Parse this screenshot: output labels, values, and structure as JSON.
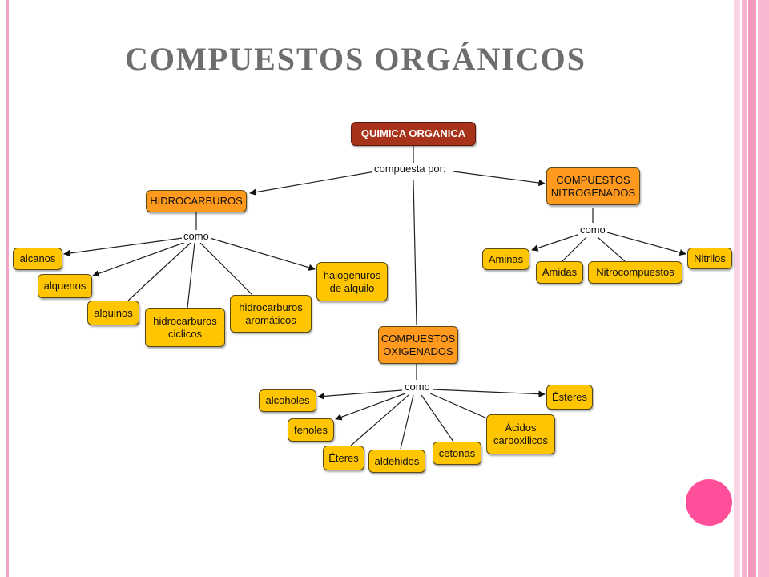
{
  "slide": {
    "title": "COMPUESTOS ORGÁNICOS"
  },
  "colors": {
    "root": "#a8331b",
    "category": "#ff9a1e",
    "leaf": "#ffc500",
    "accent_pink": "#ff4f9a",
    "border_pink": "#f3a3c6"
  },
  "diagram": {
    "root": "QUIMICA ORGANICA",
    "root_link": "compuesta por:",
    "hidrocarburos": {
      "label": "HIDROCARBUROS",
      "link": "como",
      "items": [
        "alcanos",
        "alquenos",
        "alquinos",
        "hidrocarburos\nciclicos",
        "hidrocarburos\naromáticos",
        "halogenuros\nde alquilo"
      ]
    },
    "nitrogenados": {
      "label": "COMPUESTOS\nNITROGENADOS",
      "link": "como",
      "items": [
        "Aminas",
        "Amidas",
        "Nitrocompuestos",
        "Nitrilos"
      ]
    },
    "oxigenados": {
      "label": "COMPUESTOS\nOXIGENADOS",
      "link": "como",
      "items": [
        "alcoholes",
        "fenoles",
        "Éteres",
        "aldehidos",
        "cetonas",
        "Ácidos\ncarboxilicos",
        "Ésteres"
      ]
    }
  }
}
